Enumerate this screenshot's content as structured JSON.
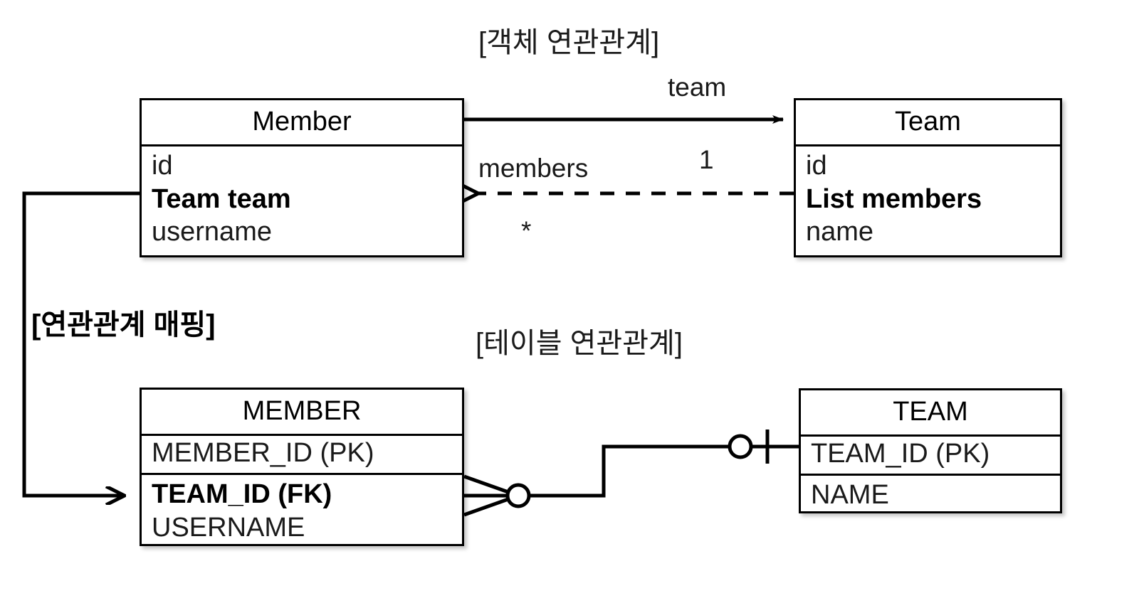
{
  "diagram": {
    "title_object_relation": "[객체 연관관계]",
    "title_table_relation": "[테이블 연관관계]",
    "title_mapping": "[연관관계 매핑]"
  },
  "object_model": {
    "member": {
      "name": "Member",
      "fields": [
        "id",
        "Team team",
        "username"
      ],
      "bold_field": "Team team"
    },
    "team": {
      "name": "Team",
      "fields": [
        "id",
        "List members",
        "name"
      ],
      "bold_field": "List members"
    },
    "associations": [
      {
        "id": "member-to-team",
        "label": "team",
        "multiplicity": "1",
        "style": "solid",
        "direction": "right"
      },
      {
        "id": "team-to-member",
        "label": "members",
        "multiplicity": "*",
        "style": "dashed",
        "direction": "left"
      }
    ]
  },
  "table_model": {
    "member_table": {
      "name": "MEMBER",
      "pk_row": "MEMBER_ID (PK)",
      "fields": [
        "TEAM_ID (FK)",
        "USERNAME"
      ],
      "bold_field": "TEAM_ID (FK)"
    },
    "team_table": {
      "name": "TEAM",
      "pk_row": "TEAM_ID (PK)",
      "fields": [
        "NAME"
      ],
      "bold_field": ""
    },
    "relationship": {
      "left_notation": "crows-foot-zero-or-many",
      "right_notation": "one-and-only-one"
    }
  },
  "mapping_link": {
    "from": "Team team",
    "to": "TEAM_ID (FK)",
    "style": "solid-arrow"
  },
  "colors": {
    "line": "#000000",
    "text": "#1a1a1a",
    "background": "#ffffff"
  }
}
